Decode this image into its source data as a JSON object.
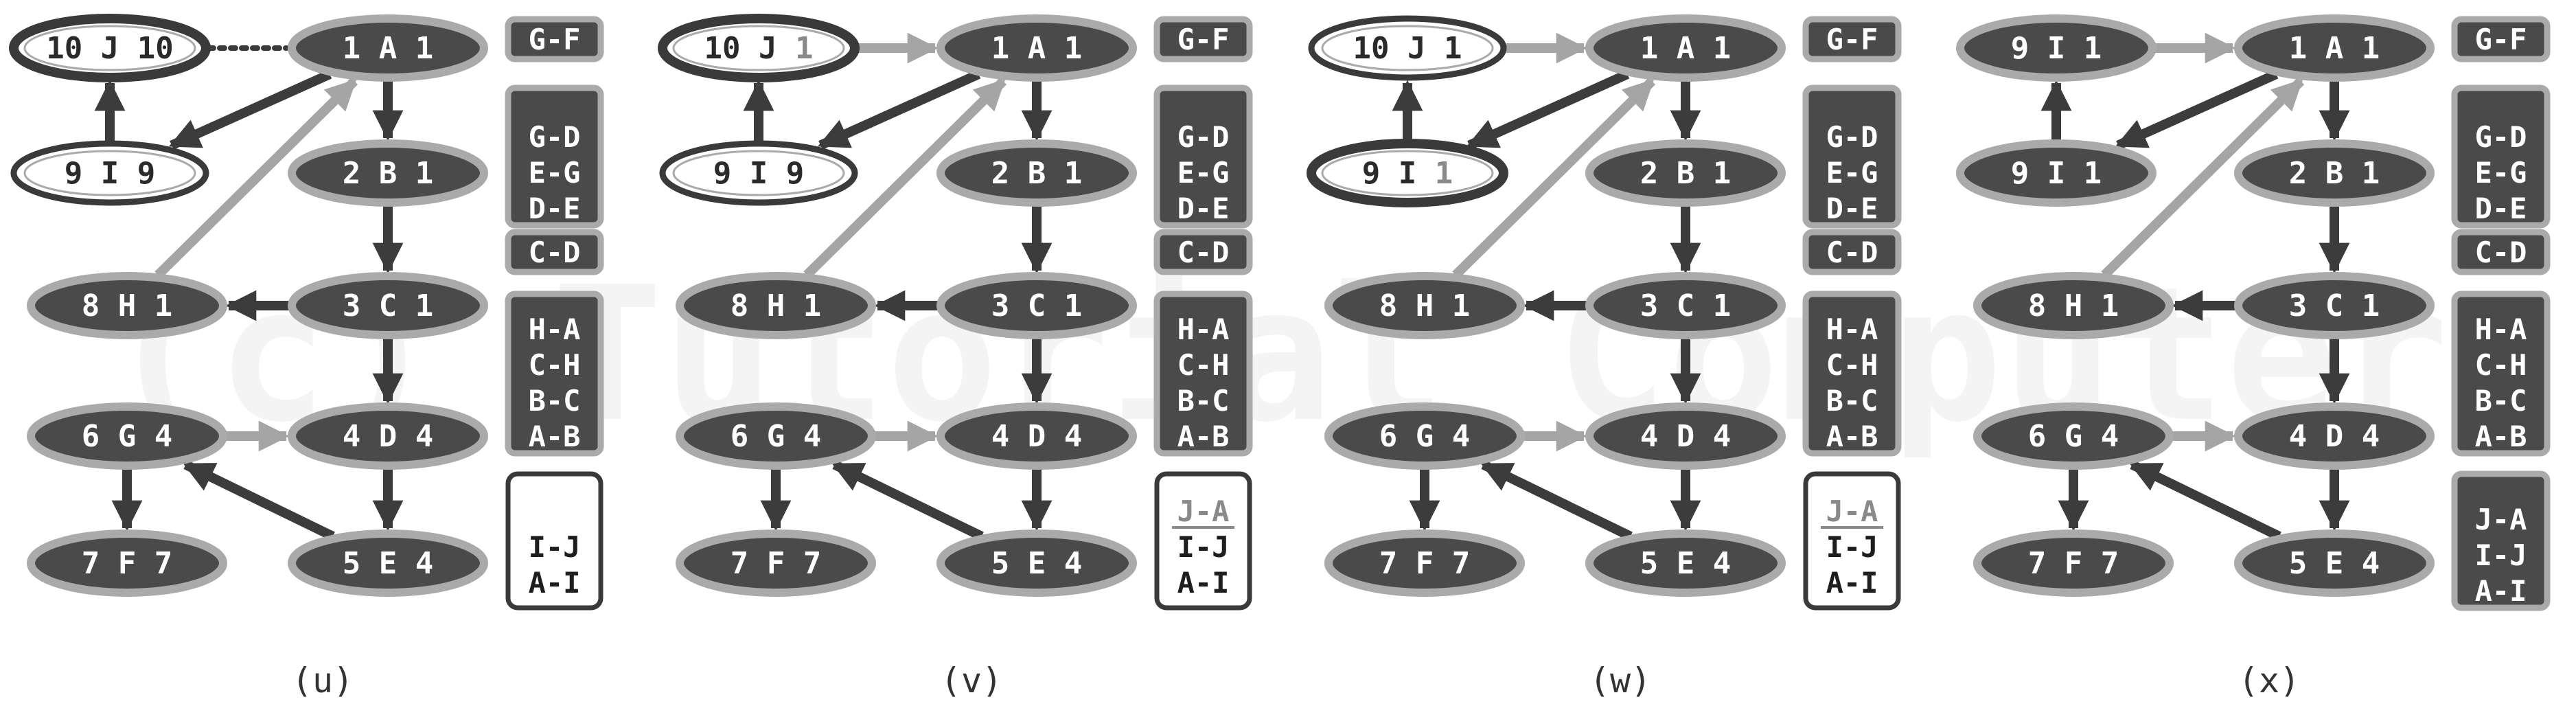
{
  "watermark": "(c) Tutorial Computer",
  "colors": {
    "node_fill": "#4a4a4a",
    "node_ring": "#aaaaaa",
    "node_text": "#ffffff",
    "hl_fill": "#ffffff",
    "hl_border": "#3a3a3a",
    "hl_text": "#2a2a2a",
    "changed_text": "#8a8a8a",
    "edge_dark": "#3c3c3c",
    "edge_light": "#a5a5a5",
    "box_fill": "#4a4a4a",
    "box_ring": "#aaaaaa",
    "box_text": "#ffffff",
    "box_white_fill": "#ffffff",
    "box_white_border": "#3a3a3a",
    "box_white_text": "#1e1e1e",
    "caption": "#333333"
  },
  "panels": [
    {
      "caption": "(u)",
      "nodes": [
        {
          "id": "J",
          "parts": [
            "10",
            "J",
            "10"
          ],
          "style": "hl-bold",
          "changed": -1
        },
        {
          "id": "A",
          "parts": [
            "1",
            "A",
            "1"
          ],
          "style": "dark",
          "changed": -1
        },
        {
          "id": "I",
          "parts": [
            "9",
            "I",
            "9"
          ],
          "style": "hl",
          "changed": -1
        },
        {
          "id": "B",
          "parts": [
            "2",
            "B",
            "1"
          ],
          "style": "dark",
          "changed": -1
        },
        {
          "id": "H",
          "parts": [
            "8",
            "H",
            "1"
          ],
          "style": "dark",
          "changed": -1
        },
        {
          "id": "C",
          "parts": [
            "3",
            "C",
            "1"
          ],
          "style": "dark",
          "changed": -1
        },
        {
          "id": "G",
          "parts": [
            "6",
            "G",
            "4"
          ],
          "style": "dark",
          "changed": -1
        },
        {
          "id": "D",
          "parts": [
            "4",
            "D",
            "4"
          ],
          "style": "dark",
          "changed": -1
        },
        {
          "id": "F",
          "parts": [
            "7",
            "F",
            "7"
          ],
          "style": "dark",
          "changed": -1
        },
        {
          "id": "E",
          "parts": [
            "5",
            "E",
            "4"
          ],
          "style": "dark",
          "changed": -1
        }
      ],
      "edges": [
        {
          "from": "J",
          "to": "A",
          "kind": "dotted"
        },
        {
          "from": "I",
          "to": "J",
          "kind": "dark"
        },
        {
          "from": "A",
          "to": "I",
          "kind": "dark"
        },
        {
          "from": "A",
          "to": "B",
          "kind": "dark"
        },
        {
          "from": "B",
          "to": "C",
          "kind": "dark"
        },
        {
          "from": "C",
          "to": "H",
          "kind": "dark"
        },
        {
          "from": "H",
          "to": "A",
          "kind": "light"
        },
        {
          "from": "C",
          "to": "D",
          "kind": "dark"
        },
        {
          "from": "G",
          "to": "D",
          "kind": "light"
        },
        {
          "from": "G",
          "to": "F",
          "kind": "dark"
        },
        {
          "from": "D",
          "to": "E",
          "kind": "dark"
        },
        {
          "from": "E",
          "to": "G",
          "kind": "dark"
        }
      ],
      "boxes": [
        {
          "lines": [
            "G-F"
          ],
          "style": "dark",
          "muted": []
        },
        {
          "lines": [
            "G-D",
            "E-G",
            "D-E"
          ],
          "style": "dark",
          "muted": []
        },
        {
          "lines": [
            "C-D"
          ],
          "style": "dark",
          "muted": []
        },
        {
          "lines": [
            "H-A",
            "C-H",
            "B-C",
            "A-B"
          ],
          "style": "dark",
          "muted": []
        },
        {
          "lines": [
            "I-J",
            "A-I"
          ],
          "style": "white",
          "muted": []
        }
      ]
    },
    {
      "caption": "(v)",
      "nodes": [
        {
          "id": "J",
          "parts": [
            "10",
            "J",
            "1"
          ],
          "style": "hl-bold",
          "changed": 2
        },
        {
          "id": "A",
          "parts": [
            "1",
            "A",
            "1"
          ],
          "style": "dark",
          "changed": -1
        },
        {
          "id": "I",
          "parts": [
            "9",
            "I",
            "9"
          ],
          "style": "hl",
          "changed": -1
        },
        {
          "id": "B",
          "parts": [
            "2",
            "B",
            "1"
          ],
          "style": "dark",
          "changed": -1
        },
        {
          "id": "H",
          "parts": [
            "8",
            "H",
            "1"
          ],
          "style": "dark",
          "changed": -1
        },
        {
          "id": "C",
          "parts": [
            "3",
            "C",
            "1"
          ],
          "style": "dark",
          "changed": -1
        },
        {
          "id": "G",
          "parts": [
            "6",
            "G",
            "4"
          ],
          "style": "dark",
          "changed": -1
        },
        {
          "id": "D",
          "parts": [
            "4",
            "D",
            "4"
          ],
          "style": "dark",
          "changed": -1
        },
        {
          "id": "F",
          "parts": [
            "7",
            "F",
            "7"
          ],
          "style": "dark",
          "changed": -1
        },
        {
          "id": "E",
          "parts": [
            "5",
            "E",
            "4"
          ],
          "style": "dark",
          "changed": -1
        }
      ],
      "edges": [
        {
          "from": "J",
          "to": "A",
          "kind": "light"
        },
        {
          "from": "I",
          "to": "J",
          "kind": "dark"
        },
        {
          "from": "A",
          "to": "I",
          "kind": "dark"
        },
        {
          "from": "A",
          "to": "B",
          "kind": "dark"
        },
        {
          "from": "B",
          "to": "C",
          "kind": "dark"
        },
        {
          "from": "C",
          "to": "H",
          "kind": "dark"
        },
        {
          "from": "H",
          "to": "A",
          "kind": "light"
        },
        {
          "from": "C",
          "to": "D",
          "kind": "dark"
        },
        {
          "from": "G",
          "to": "D",
          "kind": "light"
        },
        {
          "from": "G",
          "to": "F",
          "kind": "dark"
        },
        {
          "from": "D",
          "to": "E",
          "kind": "dark"
        },
        {
          "from": "E",
          "to": "G",
          "kind": "dark"
        }
      ],
      "boxes": [
        {
          "lines": [
            "G-F"
          ],
          "style": "dark",
          "muted": []
        },
        {
          "lines": [
            "G-D",
            "E-G",
            "D-E"
          ],
          "style": "dark",
          "muted": []
        },
        {
          "lines": [
            "C-D"
          ],
          "style": "dark",
          "muted": []
        },
        {
          "lines": [
            "H-A",
            "C-H",
            "B-C",
            "A-B"
          ],
          "style": "dark",
          "muted": []
        },
        {
          "lines": [
            "J-A",
            "I-J",
            "A-I"
          ],
          "style": "white",
          "muted": [
            0
          ]
        }
      ]
    },
    {
      "caption": "(w)",
      "nodes": [
        {
          "id": "J",
          "parts": [
            "10",
            "J",
            "1"
          ],
          "style": "hl",
          "changed": -1
        },
        {
          "id": "A",
          "parts": [
            "1",
            "A",
            "1"
          ],
          "style": "dark",
          "changed": -1
        },
        {
          "id": "I",
          "parts": [
            "9",
            "I",
            "1"
          ],
          "style": "hl-bold",
          "changed": 2
        },
        {
          "id": "B",
          "parts": [
            "2",
            "B",
            "1"
          ],
          "style": "dark",
          "changed": -1
        },
        {
          "id": "H",
          "parts": [
            "8",
            "H",
            "1"
          ],
          "style": "dark",
          "changed": -1
        },
        {
          "id": "C",
          "parts": [
            "3",
            "C",
            "1"
          ],
          "style": "dark",
          "changed": -1
        },
        {
          "id": "G",
          "parts": [
            "6",
            "G",
            "4"
          ],
          "style": "dark",
          "changed": -1
        },
        {
          "id": "D",
          "parts": [
            "4",
            "D",
            "4"
          ],
          "style": "dark",
          "changed": -1
        },
        {
          "id": "F",
          "parts": [
            "7",
            "F",
            "7"
          ],
          "style": "dark",
          "changed": -1
        },
        {
          "id": "E",
          "parts": [
            "5",
            "E",
            "4"
          ],
          "style": "dark",
          "changed": -1
        }
      ],
      "edges": [
        {
          "from": "J",
          "to": "A",
          "kind": "light"
        },
        {
          "from": "I",
          "to": "J",
          "kind": "dark"
        },
        {
          "from": "A",
          "to": "I",
          "kind": "dark"
        },
        {
          "from": "A",
          "to": "B",
          "kind": "dark"
        },
        {
          "from": "B",
          "to": "C",
          "kind": "dark"
        },
        {
          "from": "C",
          "to": "H",
          "kind": "dark"
        },
        {
          "from": "H",
          "to": "A",
          "kind": "light"
        },
        {
          "from": "C",
          "to": "D",
          "kind": "dark"
        },
        {
          "from": "G",
          "to": "D",
          "kind": "light"
        },
        {
          "from": "G",
          "to": "F",
          "kind": "dark"
        },
        {
          "from": "D",
          "to": "E",
          "kind": "dark"
        },
        {
          "from": "E",
          "to": "G",
          "kind": "dark"
        }
      ],
      "boxes": [
        {
          "lines": [
            "G-F"
          ],
          "style": "dark",
          "muted": []
        },
        {
          "lines": [
            "G-D",
            "E-G",
            "D-E"
          ],
          "style": "dark",
          "muted": []
        },
        {
          "lines": [
            "C-D"
          ],
          "style": "dark",
          "muted": []
        },
        {
          "lines": [
            "H-A",
            "C-H",
            "B-C",
            "A-B"
          ],
          "style": "dark",
          "muted": []
        },
        {
          "lines": [
            "J-A",
            "I-J",
            "A-I"
          ],
          "style": "white",
          "muted": [
            0
          ]
        }
      ]
    },
    {
      "caption": "(x)",
      "nodes": [
        {
          "id": "J",
          "parts": [
            "9",
            "I",
            "1"
          ],
          "style": "dark",
          "changed": -1
        },
        {
          "id": "A",
          "parts": [
            "1",
            "A",
            "1"
          ],
          "style": "dark",
          "changed": -1
        },
        {
          "id": "I",
          "parts": [
            "9",
            "I",
            "1"
          ],
          "style": "dark",
          "changed": -1
        },
        {
          "id": "B",
          "parts": [
            "2",
            "B",
            "1"
          ],
          "style": "dark",
          "changed": -1
        },
        {
          "id": "H",
          "parts": [
            "8",
            "H",
            "1"
          ],
          "style": "dark",
          "changed": -1
        },
        {
          "id": "C",
          "parts": [
            "3",
            "C",
            "1"
          ],
          "style": "dark",
          "changed": -1
        },
        {
          "id": "G",
          "parts": [
            "6",
            "G",
            "4"
          ],
          "style": "dark",
          "changed": -1
        },
        {
          "id": "D",
          "parts": [
            "4",
            "D",
            "4"
          ],
          "style": "dark",
          "changed": -1
        },
        {
          "id": "F",
          "parts": [
            "7",
            "F",
            "7"
          ],
          "style": "dark",
          "changed": -1
        },
        {
          "id": "E",
          "parts": [
            "5",
            "E",
            "4"
          ],
          "style": "dark",
          "changed": -1
        }
      ],
      "edges": [
        {
          "from": "J",
          "to": "A",
          "kind": "light"
        },
        {
          "from": "I",
          "to": "J",
          "kind": "dark"
        },
        {
          "from": "A",
          "to": "I",
          "kind": "dark"
        },
        {
          "from": "A",
          "to": "B",
          "kind": "dark"
        },
        {
          "from": "B",
          "to": "C",
          "kind": "dark"
        },
        {
          "from": "C",
          "to": "H",
          "kind": "dark"
        },
        {
          "from": "H",
          "to": "A",
          "kind": "light"
        },
        {
          "from": "C",
          "to": "D",
          "kind": "dark"
        },
        {
          "from": "G",
          "to": "D",
          "kind": "light"
        },
        {
          "from": "G",
          "to": "F",
          "kind": "dark"
        },
        {
          "from": "D",
          "to": "E",
          "kind": "dark"
        },
        {
          "from": "E",
          "to": "G",
          "kind": "dark"
        }
      ],
      "boxes": [
        {
          "lines": [
            "G-F"
          ],
          "style": "dark",
          "muted": []
        },
        {
          "lines": [
            "G-D",
            "E-G",
            "D-E"
          ],
          "style": "dark",
          "muted": []
        },
        {
          "lines": [
            "C-D"
          ],
          "style": "dark",
          "muted": []
        },
        {
          "lines": [
            "H-A",
            "C-H",
            "B-C",
            "A-B"
          ],
          "style": "dark",
          "muted": []
        },
        {
          "lines": [
            "J-A",
            "I-J",
            "A-I"
          ],
          "style": "dark",
          "muted": []
        }
      ]
    }
  ]
}
